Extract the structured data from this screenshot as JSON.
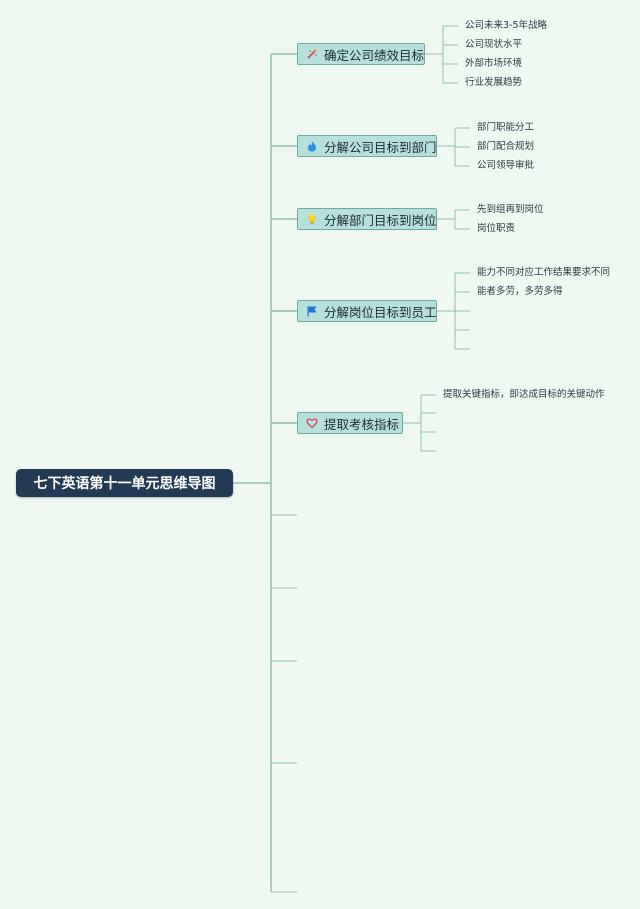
{
  "root": {
    "title": "七下英语第十一单元思维导图"
  },
  "topics": [
    {
      "label": "确定公司绩效目标",
      "icon": "wand-icon",
      "icon_color": "#d0405a",
      "children": [
        "公司未来3-5年战略",
        "公司现状水平",
        "外部市场环境",
        "行业发展趋势"
      ]
    },
    {
      "label": "分解公司目标到部门",
      "icon": "flame-icon",
      "icon_color": "#2f8fd8",
      "children": [
        "部门职能分工",
        "部门配合规划",
        "公司领导审批"
      ]
    },
    {
      "label": "分解部门目标到岗位",
      "icon": "bulb-icon",
      "icon_color": "#f2d13a",
      "children": [
        "先到组再到岗位",
        "岗位职责"
      ]
    },
    {
      "label": "分解岗位目标到员工",
      "icon": "flag-icon",
      "icon_color": "#1f78d1",
      "children": [
        "能力不同对应工作结果要求不同",
        "能者多劳，多劳多得",
        "",
        "",
        ""
      ]
    },
    {
      "label": "提取考核指标",
      "icon": "heart-icon",
      "icon_color": "#d8344a",
      "children": [
        "提取关键指标，即达成目标的关键动作",
        "",
        "",
        ""
      ]
    }
  ],
  "colors": {
    "background": "#eef8f1",
    "root_fill": "#233a55",
    "topic_fill": "#b6e0dc",
    "connector": "#8fc0ad"
  }
}
